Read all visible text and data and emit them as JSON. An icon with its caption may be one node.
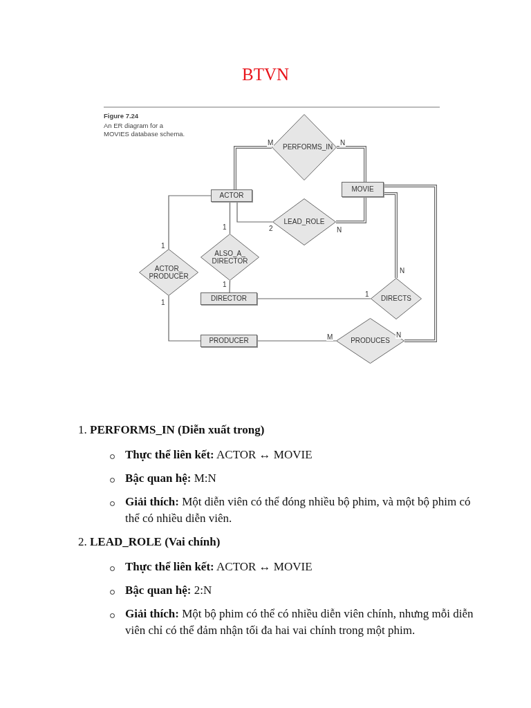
{
  "diagram": {
    "title": "BTVN",
    "nodes": [
      {
        "text": [
          "ACTOR"
        ]
      },
      {
        "text": [
          "MOVIE"
        ]
      },
      {
        "text": [
          "PERFORMS_IN"
        ]
      },
      {
        "text": [
          "LEAD_ROLE"
        ]
      },
      {
        "text": [
          "ALSO_A_ DIRECTOR"
        ]
      },
      {
        "text": [
          "ACTOR_ PRODUCER"
        ]
      },
      {
        "text": [
          "DIRECTOR"
        ]
      },
      {
        "text": [
          "DIRECTS"
        ]
      },
      {
        "text": [
          "PRODUCER"
        ]
      },
      {
        "text": [
          "PRODUCES"
        ]
      }
    ],
    "edges": [
      {
        "from": 0,
        "to": 2,
        "arrow": "none",
        "label": "M",
        "style": "thick"
      },
      {
        "from": 2,
        "to": 1,
        "arrow": "none",
        "label": "N",
        "style": "thick"
      },
      {
        "from": 0,
        "to": 3,
        "arrow": "none",
        "label": "2"
      },
      {
        "from": 3,
        "to": 1,
        "arrow": "none",
        "label": "N",
        "style": "thick"
      },
      {
        "from": 0,
        "to": 4,
        "arrow": "none",
        "label": "1"
      },
      {
        "from": 4,
        "to": 6,
        "arrow": "none",
        "label": "1"
      },
      {
        "from": 0,
        "to": 5,
        "arrow": "none",
        "label": "1"
      },
      {
        "from": 5,
        "to": 8,
        "arrow": "none",
        "label": "1"
      },
      {
        "from": 6,
        "to": 7,
        "arrow": "none",
        "label": "1"
      },
      {
        "from": 7,
        "to": 1,
        "arrow": "none",
        "label": "N",
        "style": "thick"
      },
      {
        "from": 8,
        "to": 9,
        "arrow": "none",
        "label": "M"
      },
      {
        "from": 9,
        "to": 1,
        "arrow": "none",
        "label": "N",
        "style": "thick"
      }
    ],
    "labels": [
      "Figure 7.24",
      "An ER diagram for a MOVIES database schema.",
      "1. **PERFORMS_IN (Diễn xuất trong)**",
      "**Thực thể liên kết:** ACTOR ↔ MOVIE",
      "**Bậc quan hệ:** M:N",
      "**Giải thích:** Một diễn viên có thể đóng nhiều bộ phim, và một bộ phim có thể có nhiều diễn viên.",
      "2. **LEAD_ROLE (Vai chính)**",
      "**Thực thể liên kết:** ACTOR ↔ MOVIE",
      "**Bậc quan hệ:** 2:N",
      "**Giải thích:** Một bộ phim có thể có nhiều diễn viên chính, nhưng mỗi diễn viên chỉ có thể đảm nhận tối đa hai vai chính trong một phim."
    ]
  }
}
